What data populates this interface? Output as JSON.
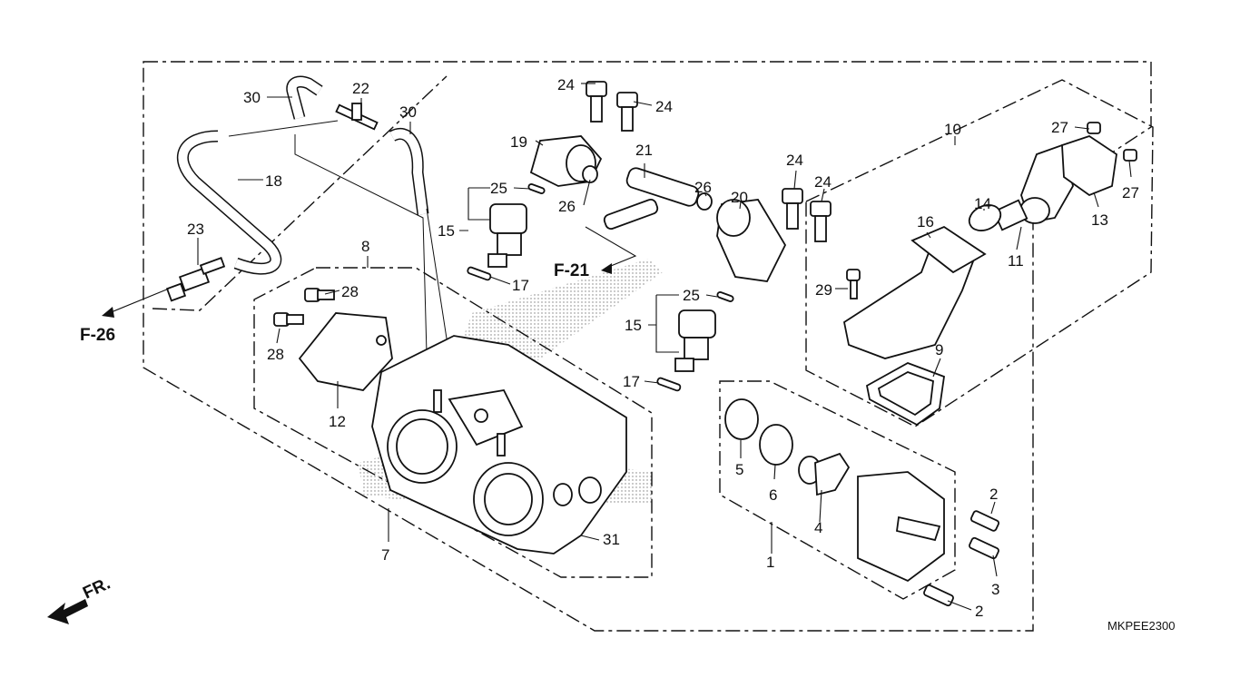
{
  "diagram_code": "MKPEE2300",
  "references": {
    "f26": "F-26",
    "f21": "F-21",
    "front": "FR."
  },
  "callouts": {
    "c1": "1",
    "c2a": "2",
    "c2b": "2",
    "c3": "3",
    "c4": "4",
    "c5": "5",
    "c6": "6",
    "c7": "7",
    "c8": "8",
    "c9": "9",
    "c10": "10",
    "c11": "11",
    "c12": "12",
    "c13": "13",
    "c14": "14",
    "c15a": "15",
    "c15b": "15",
    "c16": "16",
    "c17a": "17",
    "c17b": "17",
    "c18": "18",
    "c19": "19",
    "c20": "20",
    "c21": "21",
    "c22": "22",
    "c23": "23",
    "c24a": "24",
    "c24b": "24",
    "c24c": "24",
    "c24d": "24",
    "c25a": "25",
    "c25b": "25",
    "c26a": "26",
    "c26b": "26",
    "c27a": "27",
    "c27b": "27",
    "c28a": "28",
    "c28b": "28",
    "c29": "29",
    "c30a": "30",
    "c30b": "30",
    "c31": "31"
  }
}
